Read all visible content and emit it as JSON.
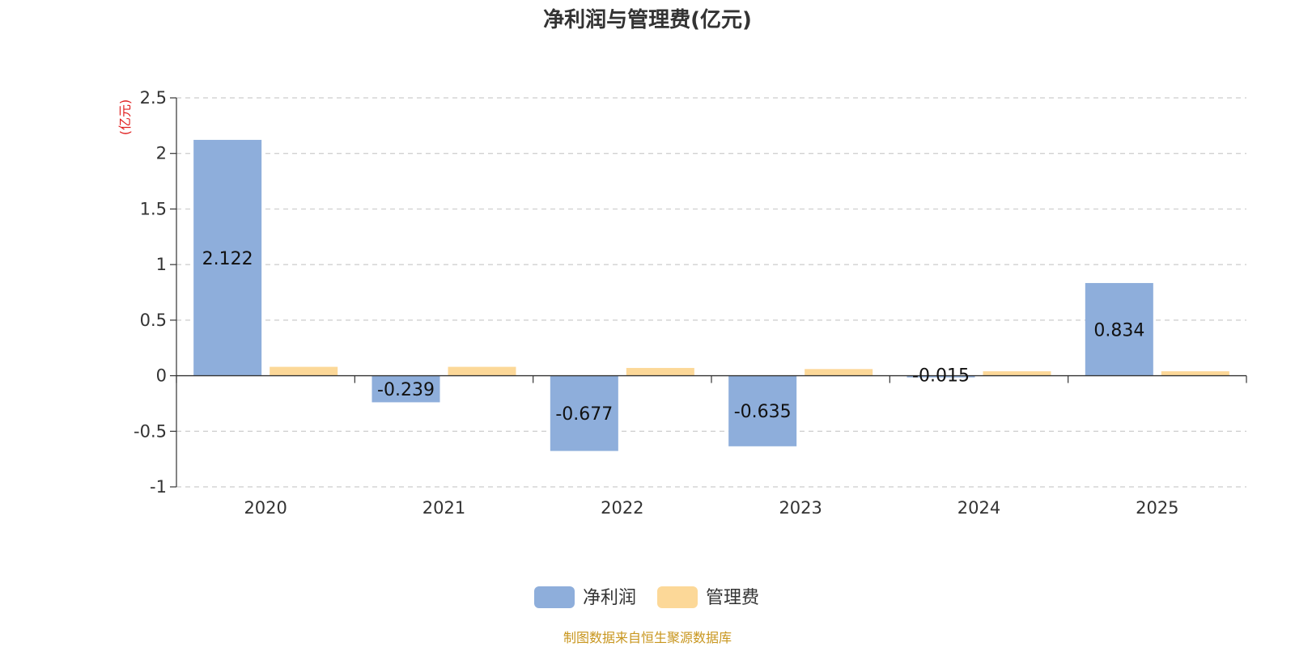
{
  "chart_data": {
    "type": "bar",
    "title": "净利润与管理费(亿元)",
    "ylabel": "(亿元)",
    "xlabel": "",
    "categories": [
      "2020",
      "2021",
      "2022",
      "2023",
      "2024",
      "2025"
    ],
    "series": [
      {
        "name": "净利润",
        "values": [
          2.122,
          -0.239,
          -0.677,
          -0.635,
          -0.015,
          0.834
        ],
        "color": "#8eaedb"
      },
      {
        "name": "管理费",
        "values": [
          0.08,
          0.08,
          0.07,
          0.06,
          0.04,
          0.04
        ],
        "color": "#fcd898"
      }
    ],
    "data_labels": [
      "2.122",
      "-0.239",
      "-0.677",
      "-0.635",
      "-0.015",
      "0.834"
    ],
    "yticks": [
      "2.5",
      "2",
      "1.5",
      "1",
      "0.5",
      "0",
      "-0.5",
      "-1"
    ],
    "ylim": [
      -1,
      2.5
    ],
    "grid": true,
    "legend": "bottom-center"
  },
  "source": "制图数据来自恒生聚源数据库"
}
